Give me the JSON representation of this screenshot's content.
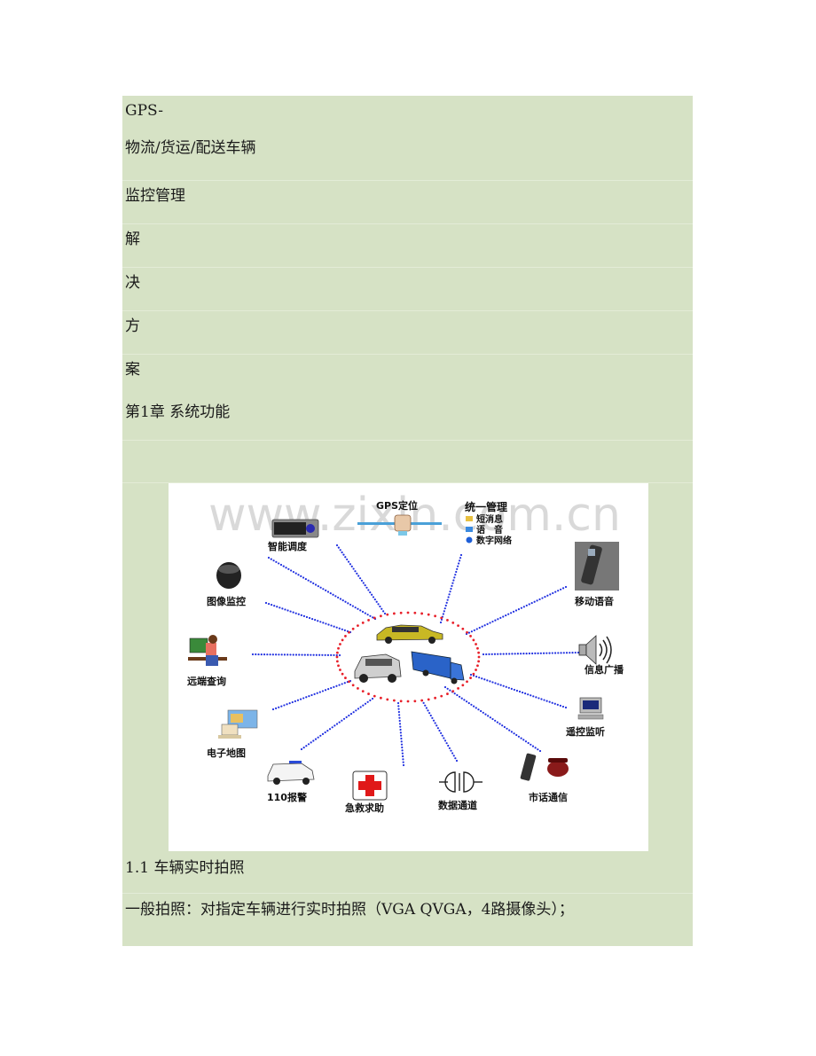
{
  "document": {
    "title_lines": [
      "GPS-",
      "物流/货运/配送车辆",
      "监控管理",
      "解",
      "决",
      "方",
      "案"
    ],
    "chapter_heading": "第1章 系统功能",
    "figure": {
      "watermark": "www.zixin.com.cn",
      "center": "车辆",
      "nodes": [
        {
          "id": "gps",
          "label": "GPS定位",
          "icon": "satellite-icon"
        },
        {
          "id": "unified",
          "label": "统一管理",
          "icon": "management-icon",
          "sub_items": [
            {
              "label": "短消息",
              "icon": "message-icon"
            },
            {
              "label": "语　音",
              "icon": "voice-icon"
            },
            {
              "label": "数字网络",
              "icon": "network-globe-icon"
            }
          ]
        },
        {
          "id": "dispatch",
          "label": "智能调度",
          "icon": "dispatch-device-icon"
        },
        {
          "id": "video",
          "label": "图像监控",
          "icon": "dome-camera-icon"
        },
        {
          "id": "remote-query",
          "label": "远端查询",
          "icon": "operator-computer-icon"
        },
        {
          "id": "map",
          "label": "电子地图",
          "icon": "map-computer-icon"
        },
        {
          "id": "police",
          "label": "110报警",
          "icon": "police-car-icon"
        },
        {
          "id": "emergency",
          "label": "急救求助",
          "icon": "red-cross-icon"
        },
        {
          "id": "data-channel",
          "label": "数据通道",
          "icon": "plug-connector-icon"
        },
        {
          "id": "phone",
          "label": "市话通信",
          "icon": "telephone-icon"
        },
        {
          "id": "remote-listen",
          "label": "遥控监听",
          "icon": "monitor-icon"
        },
        {
          "id": "broadcast",
          "label": "信息广播",
          "icon": "speaker-icon"
        },
        {
          "id": "mobile-voice",
          "label": "移动语音",
          "icon": "car-phone-icon"
        }
      ]
    },
    "section_heading": "1.1 车辆实时拍照",
    "body_text": "一般拍照：对指定车辆进行实时拍照（VGA QVGA，4路摄像头）；"
  },
  "colors": {
    "page_block": "#d6e2c5",
    "spoke_dots": "#1f2fe0",
    "ring_dots": "#e8202a"
  }
}
